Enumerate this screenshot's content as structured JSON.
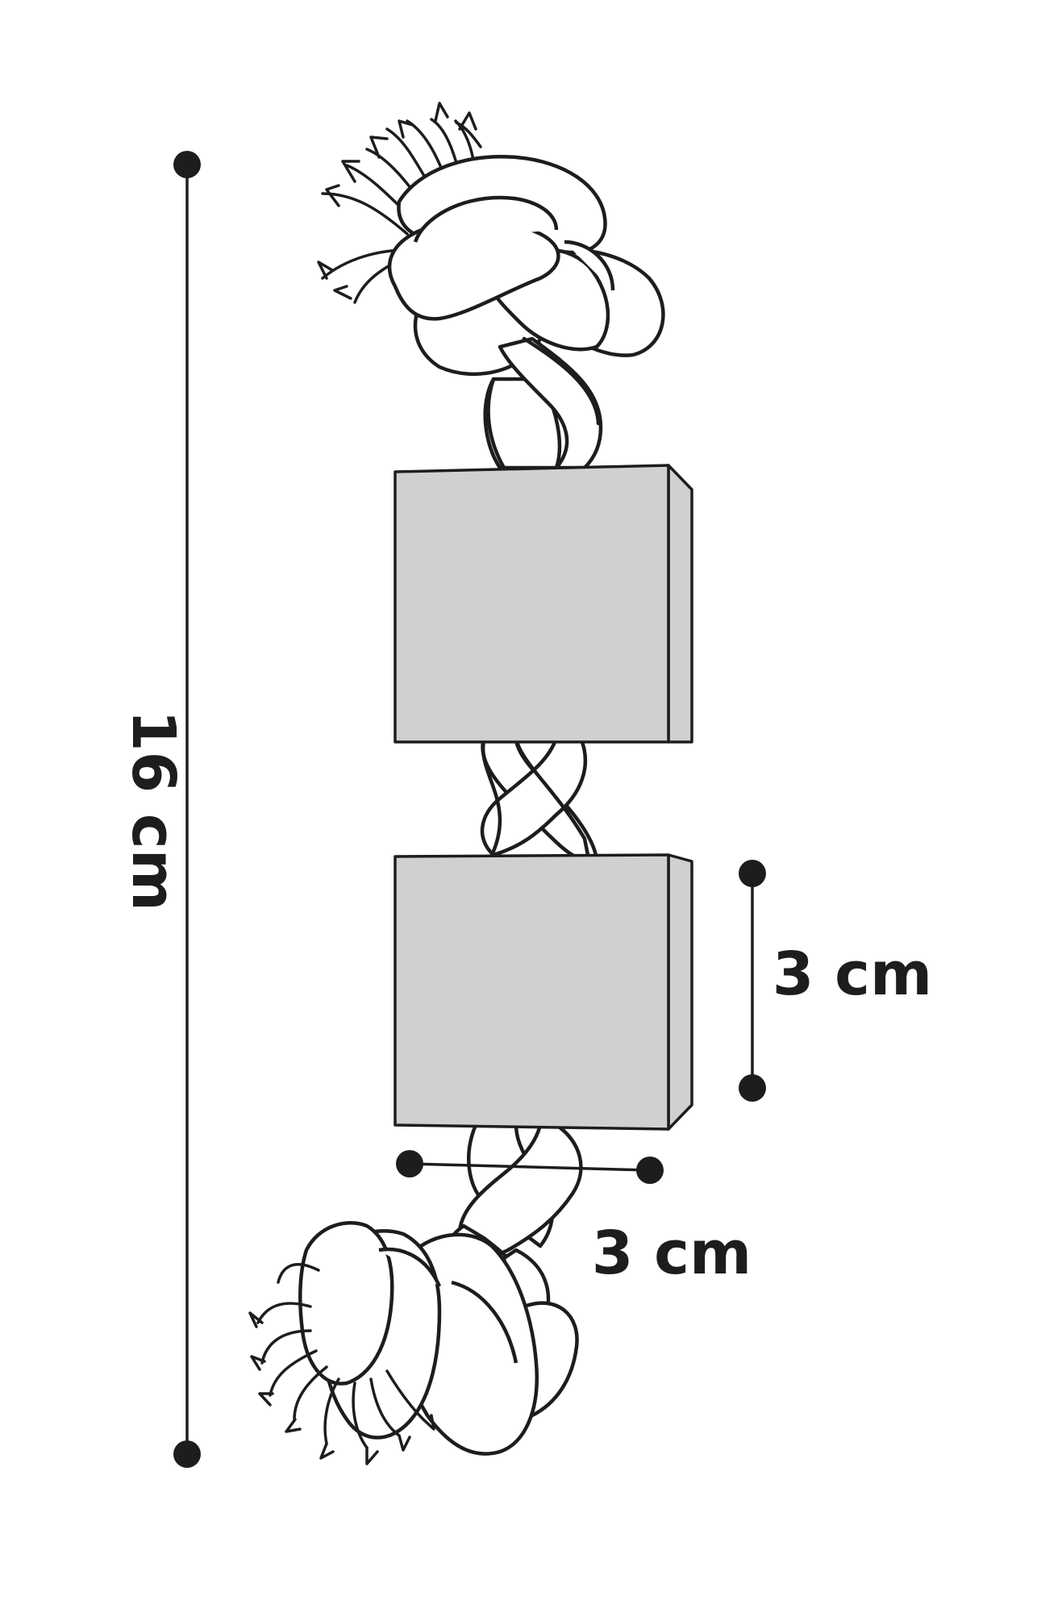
{
  "dimensions": {
    "length": {
      "label": "16 cm"
    },
    "block_height": {
      "label": "3 cm"
    },
    "block_width": {
      "label": "3 cm"
    }
  },
  "colors": {
    "ink": "#1f1c1c",
    "block_fill": "#d0d0d0",
    "rope_fill": "#ffffff",
    "background": "#ffffff"
  }
}
